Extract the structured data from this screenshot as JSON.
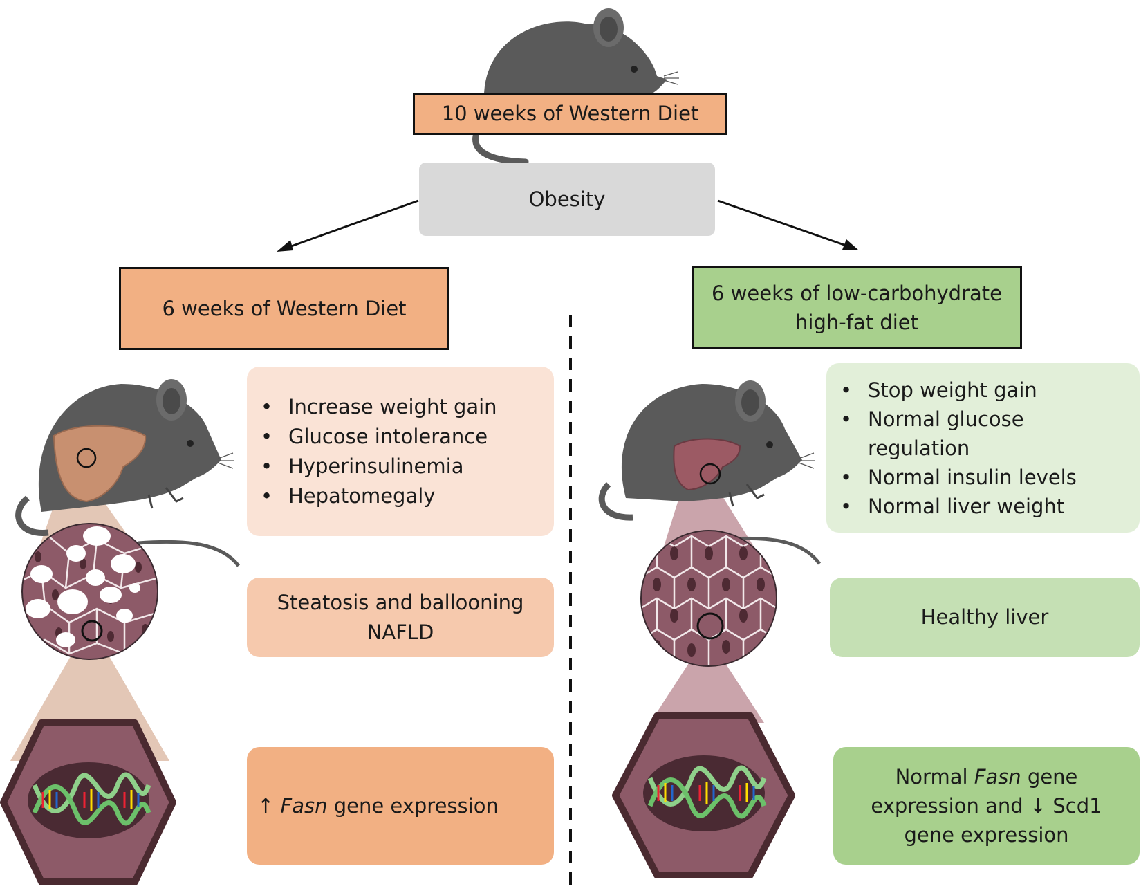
{
  "colors": {
    "orange_strong": "#f2b083",
    "orange_mid": "#f6c9ad",
    "orange_light": "#fae3d6",
    "green_strong": "#a8d08d",
    "green_mid": "#c5e0b4",
    "green_light": "#e2efd9",
    "grey": "#d9d9d9",
    "mouse": "#5a5a5a",
    "liver_fatty": "#c89070",
    "liver_healthy": "#9c5a64",
    "tissue": "#8d5a68"
  },
  "top": {
    "title": "10 weeks of Western Diet",
    "middle": "Obesity"
  },
  "left": {
    "header": "6 weeks of Western Diet",
    "effects": [
      "Increase weight gain",
      "Glucose intolerance",
      "Hyperinsulinemia",
      "Hepatomegaly"
    ],
    "histology_line1": "Steatosis and ballooning",
    "histology_line2": "NAFLD",
    "gene_prefix": "↑ ",
    "gene_italic": "Fasn",
    "gene_suffix": " gene expression"
  },
  "right": {
    "header_line1": "6 weeks of low-carbohydrate",
    "header_line2": "high-fat diet",
    "effect1": "Stop weight gain",
    "effect2a": "Normal glucose",
    "effect2b": "regulation",
    "effect3": "Normal insulin levels",
    "effect4": "Normal liver weight",
    "histology": "Healthy liver",
    "gene_line1_prefix": "Normal ",
    "gene_line1_italic": "Fasn",
    "gene_line1_suffix": " gene",
    "gene_line2": "expression and ↓ Scd1",
    "gene_line3": "gene expression"
  },
  "icons": [
    "mouse-icon",
    "liver-icon",
    "tissue-icon",
    "dna-icon",
    "arrow-icon"
  ]
}
